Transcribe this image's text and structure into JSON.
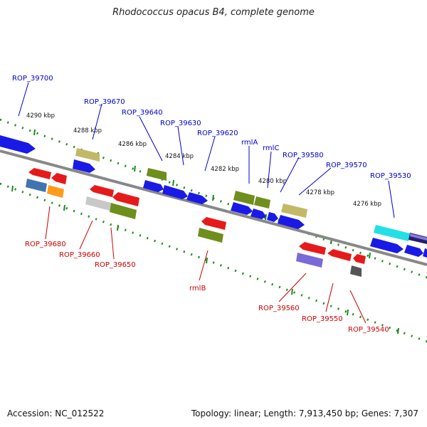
{
  "title": "Rhodococcus opacus B4, complete genome",
  "footer": {
    "accession": "Accession: NC_012522",
    "summary": "Topology: linear; Length: 7,913,450 bp; Genes: 7,307"
  },
  "colors": {
    "backbone": "#888888",
    "tick": "#1a8a1a",
    "forward_label": "#0000cc",
    "reverse_label": "#cc0000"
  },
  "kbp_labels": [
    "4290 kbp",
    "4288 kbp",
    "4286 kbp",
    "4284 kbp",
    "4282 kbp",
    "4280 kbp",
    "4278 kbp",
    "4276 kbp"
  ],
  "forward_genes": [
    "ROP_39700",
    "ROP_39670",
    "ROP_39640",
    "ROP_39630",
    "ROP_39620",
    "rmlA",
    "rmlC",
    "ROP_39580",
    "ROP_39570",
    "ROP_39530"
  ],
  "reverse_genes": [
    "ROP_39680",
    "ROP_39660",
    "ROP_39650",
    "rmlB",
    "ROP_39560",
    "ROP_39550",
    "ROP_39540"
  ]
}
